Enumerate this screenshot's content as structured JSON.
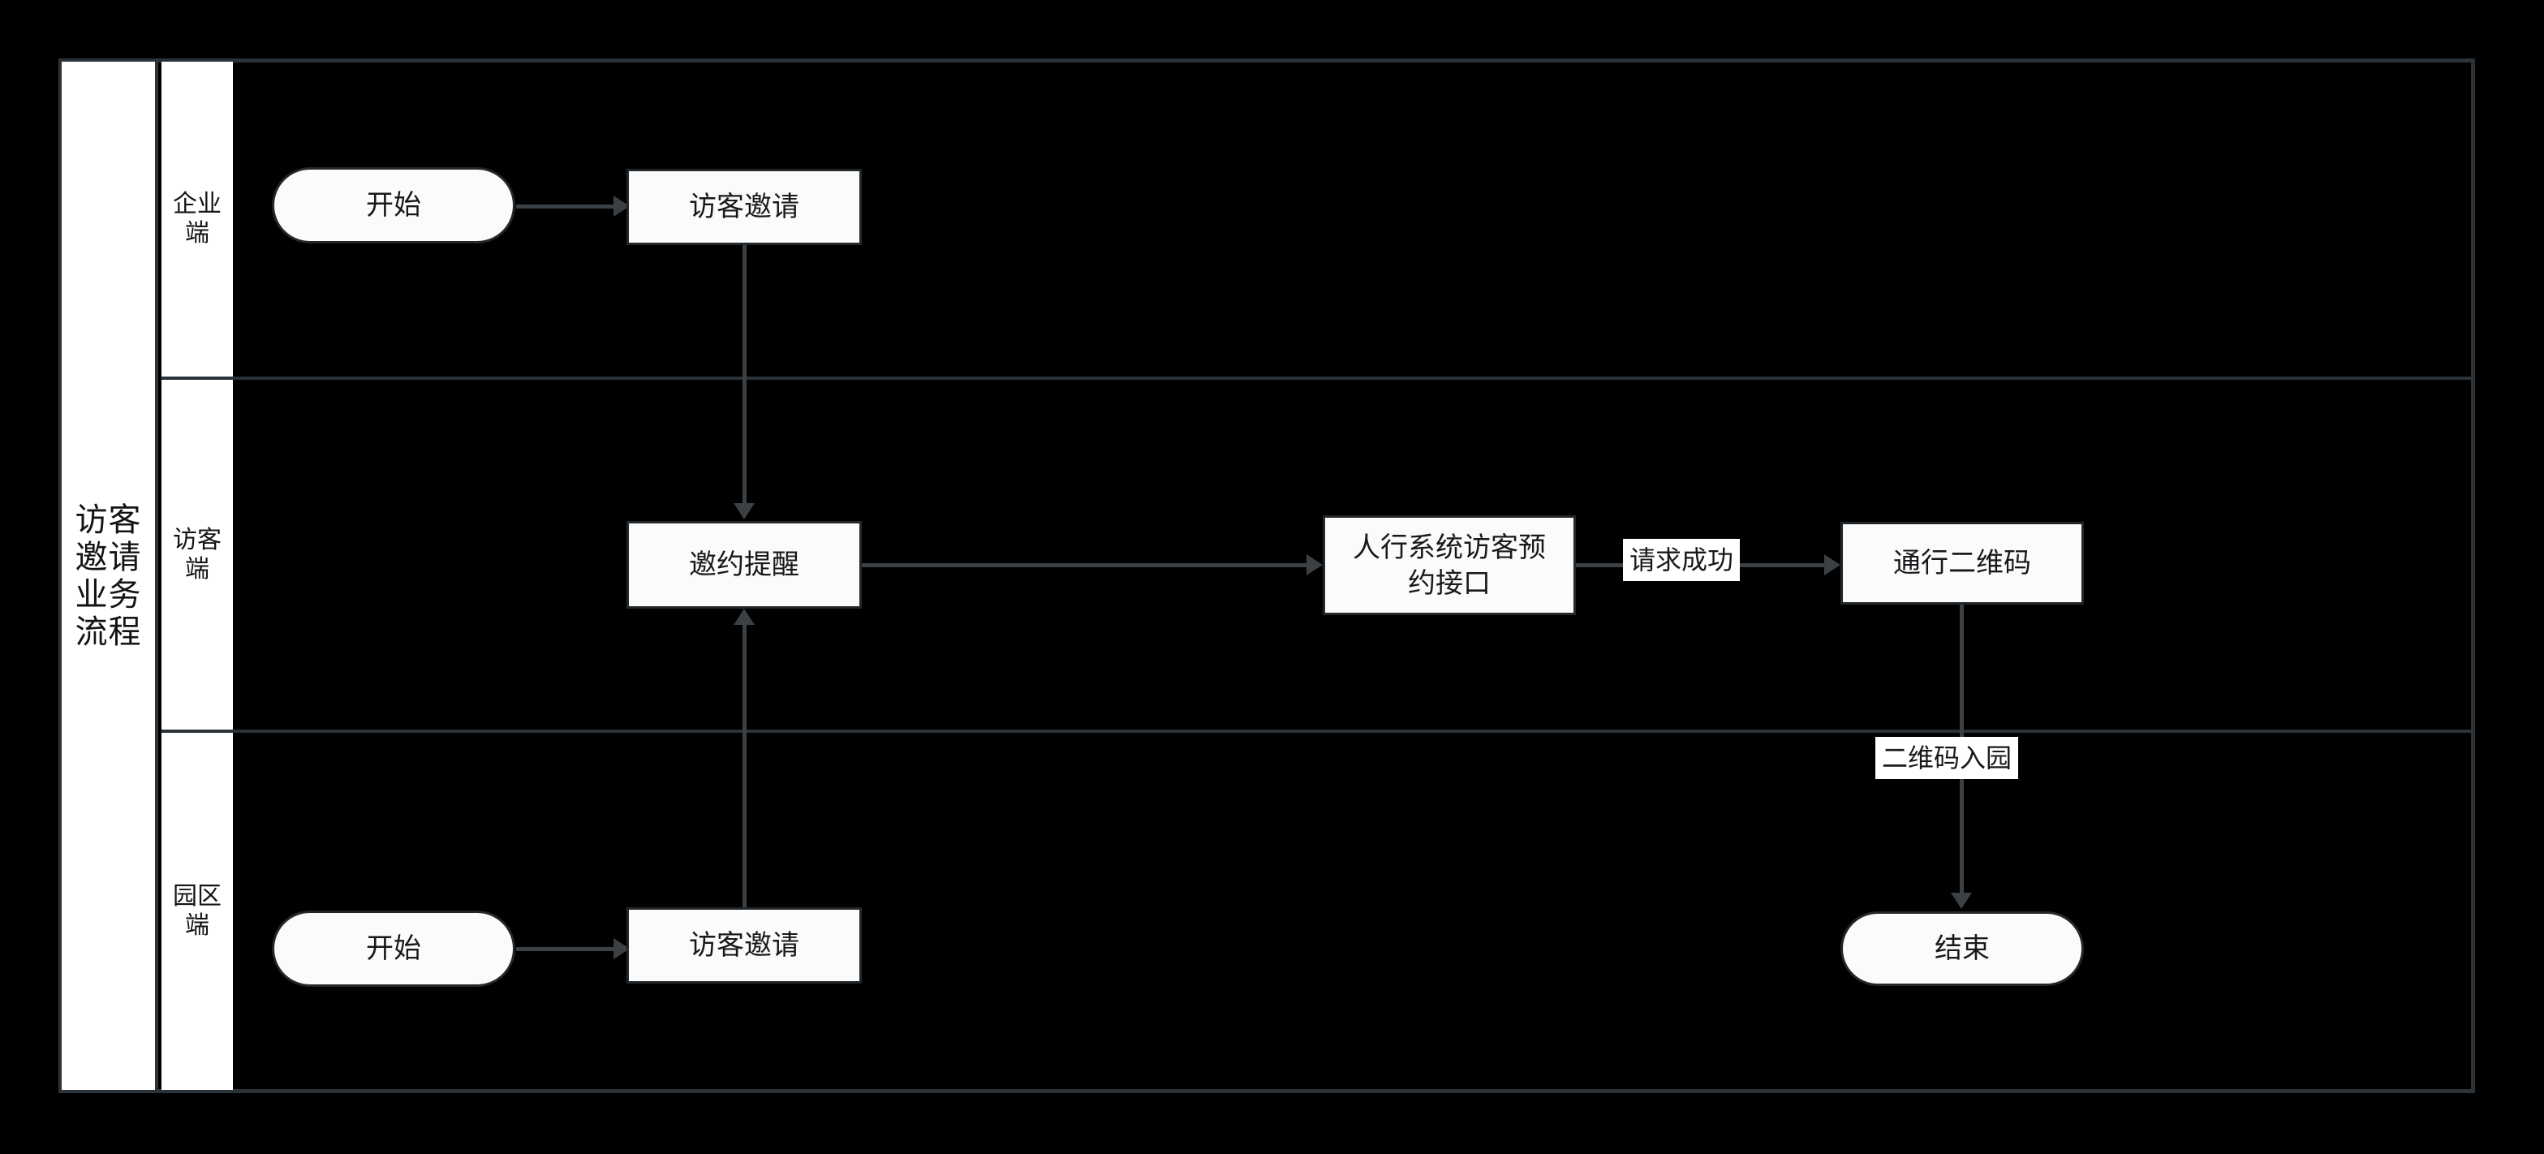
{
  "diagram": {
    "pool_title": "访客邀请业务流程",
    "lanes": [
      {
        "id": "lane-enterprise",
        "label": "企业端"
      },
      {
        "id": "lane-visitor",
        "label": "访客端"
      },
      {
        "id": "lane-park",
        "label": "园区端"
      }
    ],
    "nodes": [
      {
        "id": "start-enterprise",
        "label": "开始",
        "shape": "rounded",
        "lane": "lane-enterprise"
      },
      {
        "id": "visitor-invite-enterprise",
        "label": "访客邀请",
        "shape": "process",
        "lane": "lane-enterprise"
      },
      {
        "id": "invite-reminder",
        "label": "邀约提醒",
        "shape": "process",
        "lane": "lane-visitor"
      },
      {
        "id": "pedestrian-system-api",
        "label": "人行系统访客预约接口",
        "shape": "process",
        "lane": "lane-visitor"
      },
      {
        "id": "pass-qrcode",
        "label": "通行二维码",
        "shape": "process",
        "lane": "lane-visitor"
      },
      {
        "id": "start-park",
        "label": "开始",
        "shape": "rounded",
        "lane": "lane-park"
      },
      {
        "id": "visitor-invite-park",
        "label": "访客邀请",
        "shape": "process",
        "lane": "lane-park"
      },
      {
        "id": "end-park",
        "label": "结束",
        "shape": "rounded",
        "lane": "lane-park"
      }
    ],
    "edge_labels": [
      {
        "id": "edge-label-request-success",
        "label": "请求成功"
      },
      {
        "id": "edge-label-qrcode-entry",
        "label": "二维码入园"
      }
    ],
    "colors": {
      "background": "#000000",
      "line": "#2b3238",
      "arrow": "#3a4044",
      "node_fill": "#fbfbfb",
      "node_border": "#22272b",
      "text": "#17191c",
      "lane_fill": "#ffffff"
    }
  }
}
